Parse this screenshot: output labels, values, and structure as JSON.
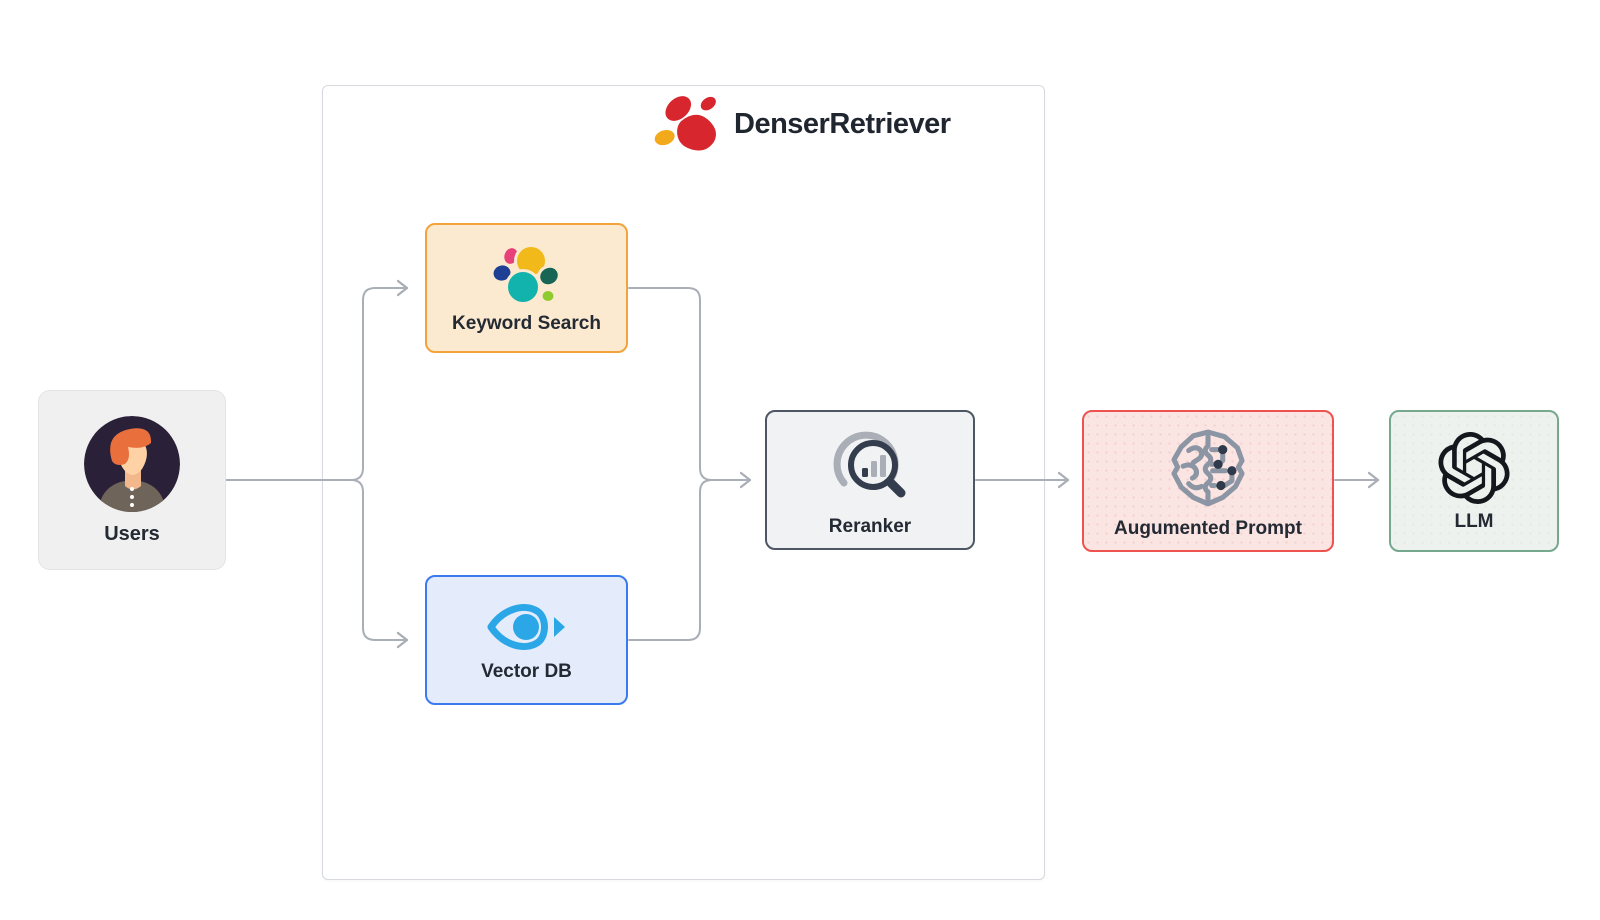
{
  "title": "DenserRetriever",
  "nodes": {
    "users": {
      "label": "Users",
      "icon": "user-avatar-icon"
    },
    "keyword_search": {
      "label": "Keyword Search",
      "icon": "elasticsearch-icon"
    },
    "vector_db": {
      "label": "Vector DB",
      "icon": "milvus-eye-icon"
    },
    "reranker": {
      "label": "Reranker",
      "icon": "magnifier-chart-icon"
    },
    "augmented_prompt": {
      "label": "Augumented Prompt",
      "icon": "brain-circuit-icon"
    },
    "llm": {
      "label": "LLM",
      "icon": "openai-icon"
    }
  },
  "edges": [
    {
      "from": "users",
      "to": "keyword_search"
    },
    {
      "from": "users",
      "to": "vector_db"
    },
    {
      "from": "keyword_search",
      "to": "reranker"
    },
    {
      "from": "vector_db",
      "to": "reranker"
    },
    {
      "from": "reranker",
      "to": "augmented_prompt"
    },
    {
      "from": "augmented_prompt",
      "to": "llm"
    }
  ],
  "logo": {
    "icon": "paw-logo-icon",
    "red": "#D7262E",
    "yellow": "#F2A91C"
  },
  "colors": {
    "keyword_border": "#F3A33C",
    "keyword_bg": "#FCEAD0",
    "vector_border": "#3B79EF",
    "vector_bg": "#E4ECFC",
    "reranker_border": "#4D5664",
    "reranker_bg": "#F1F2F4",
    "prompt_border": "#EE5350",
    "prompt_bg": "#FBE5E3",
    "llm_border": "#76A88E",
    "llm_bg": "#EDF2EF",
    "users_bg": "#F0F0F1",
    "container_border": "#D6D9DD",
    "arrow": "#A9AEB7",
    "text": "#20262F"
  }
}
